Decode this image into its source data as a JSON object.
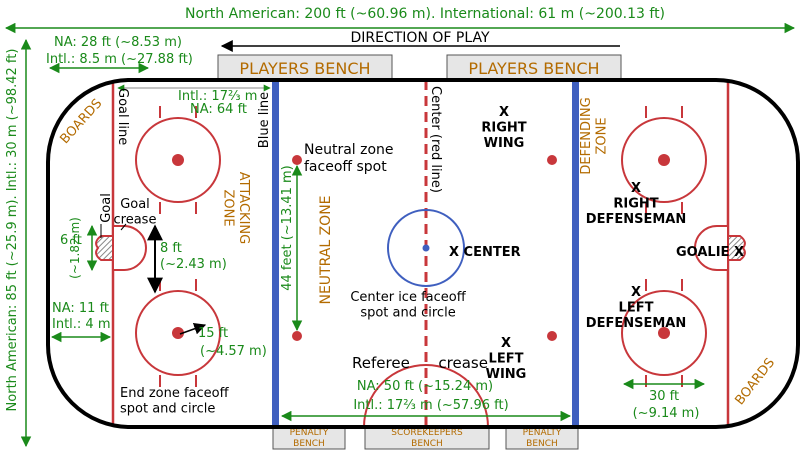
{
  "colors": {
    "rink_outline": "#000000",
    "red_line": "#c8373b",
    "blue_line": "#3f5fbf",
    "dimension_green": "#1a8a1a",
    "zone_label_brown": "#b36b00",
    "bench_fill": "#e6e6e6"
  },
  "dimensions": {
    "total_length": "North American: 200 ft (~60.96 m). International: 61 m (~200.13 ft)",
    "total_width": "North American: 85 ft (~25.9 m). Intl.: 30 m (~98.42 ft)",
    "goal_line_na": "NA: 28 ft (~8.53 m)",
    "goal_line_intl": "Intl.: 8.5 m (~27.88 ft)",
    "zone_intl": "Intl.: 17⅔ m",
    "zone_na": "NA: 64 ft",
    "crease_width_1": "6 ft",
    "crease_width_2": "(~1.82 m)",
    "crease_depth_1": "8 ft",
    "crease_depth_2": "(~2.43 m)",
    "end_na": "NA: 11 ft",
    "end_intl": "Intl.: 4 m",
    "circle_radius_1": "15 ft",
    "circle_radius_2": "(~4.57 m)",
    "neutral_width": "44 feet (~13.41 m)",
    "neutral_na": "NA: 50 ft (~15.24 m)",
    "neutral_intl": "Intl.: 17⅔ m (~57.96 ft)",
    "circle_dist_1": "30 ft",
    "circle_dist_2": "(~9.14 m)"
  },
  "labels": {
    "direction_of_play": "DIRECTION OF PLAY",
    "players_bench_left": "PLAYERS BENCH",
    "players_bench_right": "PLAYERS BENCH",
    "penalty_bench_left": "PENALTY\nBENCH",
    "scorekeepers_bench": "SCOREKEEPERS\nBENCH",
    "penalty_bench_right": "PENALTY\nBENCH",
    "boards_left": "BOARDS",
    "boards_right": "BOARDS",
    "goal_line": "Goal line",
    "goal": "Goal",
    "goal_crease": "Goal\ncrease",
    "attacking_zone": "ATTACKING\nZONE",
    "blue_line": "Blue line",
    "neutral_zone_spot": "Neutral zone\nfaceoff spot",
    "neutral_zone": "NEUTRAL ZONE",
    "center_red_line": "Center (red line)",
    "center_ice": "Center ice faceoff\nspot and circle",
    "referee_crease": "Referee      crease",
    "end_zone_spot": "End zone faceoff\nspot and circle",
    "defending_zone": "DEFENDING\nZONE"
  },
  "positions": {
    "right_wing": "X\nRIGHT\nWING",
    "center": "X CENTER",
    "left_wing": "X\nLEFT\nWING",
    "right_defenseman": "X\nRIGHT\nDEFENSEMAN",
    "left_defenseman": "X\nLEFT\nDEFENSEMAN",
    "goalie": "GOALIE X"
  }
}
